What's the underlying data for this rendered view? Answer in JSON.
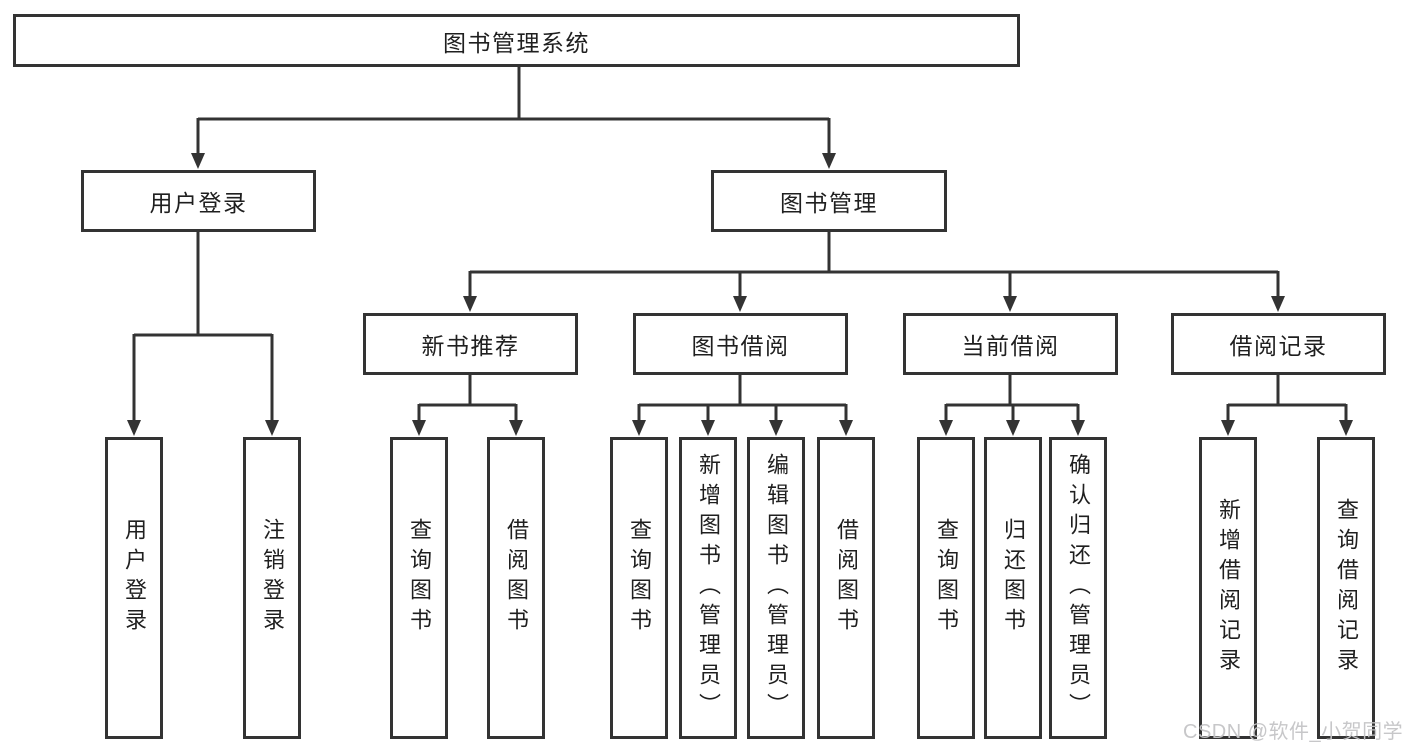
{
  "diagram": {
    "type": "hierarchy-tree",
    "colors": {
      "line": "#333333",
      "text": "#1f1f1f",
      "box_background": "#ffffff",
      "background": "#ffffff",
      "watermark": "#c4c4c6"
    }
  },
  "tree": {
    "root": "图书管理系统",
    "children": [
      {
        "label": "用户登录",
        "children": [
          "用户登录",
          "注销登录"
        ]
      },
      {
        "label": "图书管理",
        "children": [
          {
            "label": "新书推荐",
            "children": [
              "查询图书",
              "借阅图书"
            ]
          },
          {
            "label": "图书借阅",
            "children": [
              "查询图书",
              "新增图书（管理员）",
              "编辑图书（管理员）",
              "借阅图书"
            ]
          },
          {
            "label": "当前借阅",
            "children": [
              "查询图书",
              "归还图书",
              "确认归还（管理员）"
            ]
          },
          {
            "label": "借阅记录",
            "children": [
              "新增借阅记录",
              "查询借阅记录"
            ]
          }
        ]
      }
    ]
  },
  "watermark": {
    "text": "CSDN @软件_小贺同学"
  }
}
